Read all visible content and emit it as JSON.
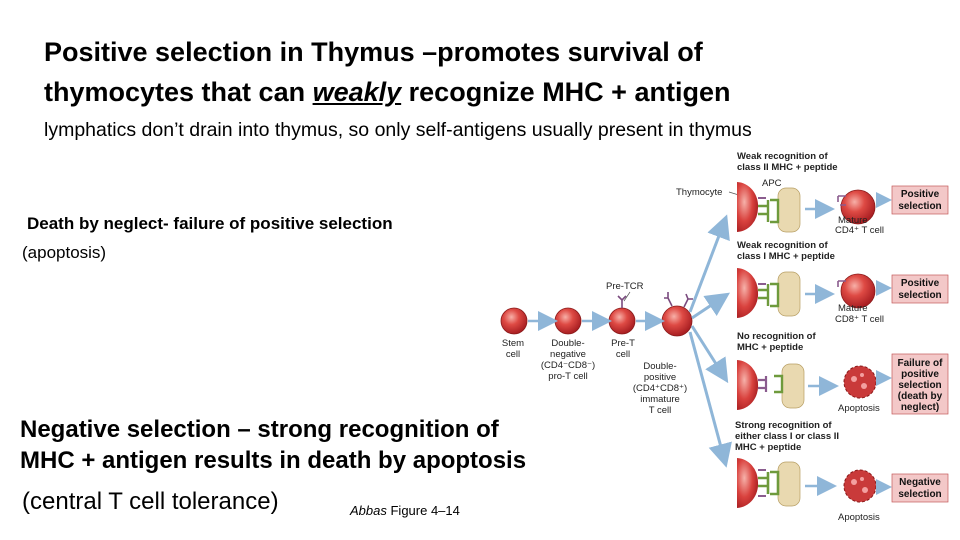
{
  "slide": {
    "title_part1": "Positive selection in Thymus –promotes survival of",
    "title_part2": "thymocytes that can ",
    "title_weak": "weakly",
    "title_part3": " recognize MHC + antigen",
    "subtitle": "lymphatics don’t drain into thymus, so only self-antigens usually present in thymus",
    "death_title": "Death by neglect- failure of positive selection",
    "death_sub": "(apoptosis)",
    "neg_title_1": "Negative selection – strong recognition of",
    "neg_title_2": "MHC + antigen results in death by apoptosis",
    "neg_sub": "(central T cell tolerance)",
    "credit_author": "Abbas",
    "credit_rest": " Figure 4–14"
  },
  "figure": {
    "colors": {
      "cell_red": "#d83a3a",
      "box_fill": "#f3c8c8",
      "arrow_blue": "#8fb6d8",
      "apc_tan": "#e9d9b0",
      "green": "#6e9a3c",
      "purple": "#8a5c8e"
    },
    "left_labels": {
      "stem": [
        "Stem",
        "cell"
      ],
      "double_negative": [
        "Double-",
        "negative",
        "(CD4⁻CD8⁻)",
        "pro-T cell"
      ],
      "pre_t": [
        "Pre-T",
        "cell"
      ],
      "double_positive": [
        "Double-",
        "positive",
        "(CD4⁺CD8⁺)",
        "immature",
        "T cell"
      ],
      "pre_tcr": "Pre-TCR",
      "thymocyte": "Thymocyte",
      "apc": "APC"
    },
    "rows": [
      {
        "header": [
          "Weak recognition of",
          "class II MHC + peptide"
        ],
        "mature": [
          "Mature",
          "CD4⁺ T cell"
        ],
        "box": [
          "Positive",
          "selection"
        ]
      },
      {
        "header": [
          "Weak recognition of",
          "class I MHC + peptide"
        ],
        "mature": [
          "Mature",
          "CD8⁺ T cell"
        ],
        "box": [
          "Positive",
          "selection"
        ]
      },
      {
        "header": [
          "No recognition of",
          "MHC + peptide"
        ],
        "mature": [
          "Apoptosis"
        ],
        "box": [
          "Failure of",
          "positive",
          "selection",
          "(death by",
          "neglect)"
        ]
      },
      {
        "header": [
          "Strong recognition of",
          "either class I or class II",
          "MHC + peptide"
        ],
        "mature": [
          "Apoptosis"
        ],
        "box": [
          "Negative",
          "selection"
        ]
      }
    ]
  }
}
